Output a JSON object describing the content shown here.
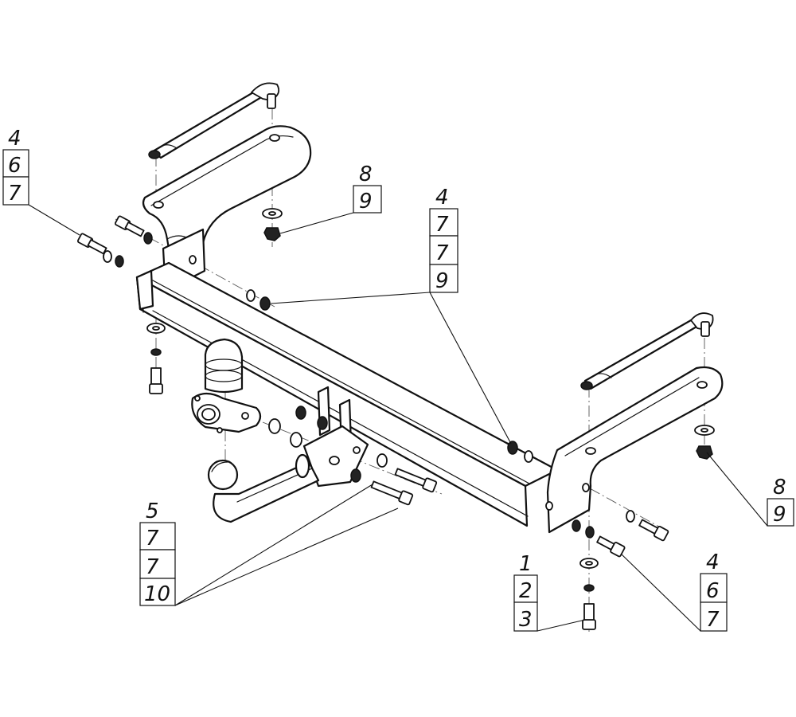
{
  "callouts": [
    {
      "id": "top-left",
      "labels": [
        "4",
        "6",
        "7"
      ]
    },
    {
      "id": "upper-center",
      "labels": [
        "8",
        "9"
      ]
    },
    {
      "id": "center-right",
      "labels": [
        "4",
        "7",
        "7",
        "9"
      ]
    },
    {
      "id": "right",
      "labels": [
        "8",
        "9"
      ]
    },
    {
      "id": "bottom-left",
      "labels": [
        "5",
        "7",
        "7",
        "10"
      ]
    },
    {
      "id": "bottom-center",
      "labels": [
        "1",
        "2",
        "3"
      ]
    },
    {
      "id": "bottom-right",
      "labels": [
        "4",
        "6",
        "7"
      ]
    }
  ],
  "colors": {
    "line": "#111111",
    "background": "#ffffff"
  }
}
